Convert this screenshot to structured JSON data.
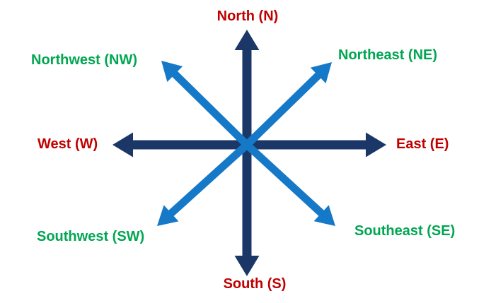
{
  "diagram": {
    "name": "compass-directions",
    "background": "#FFFFFF"
  },
  "colors": {
    "cardinal_arrow": "#1B3768",
    "intercardinal_arrow": "#1579C8",
    "cardinal_label": "#C00000",
    "intercardinal_label": "#00A651"
  },
  "directions": [
    {
      "id": "north",
      "label": "North (N)",
      "type": "cardinal"
    },
    {
      "id": "northeast",
      "label": "Northeast (NE)",
      "type": "intercardinal"
    },
    {
      "id": "east",
      "label": "East (E)",
      "type": "cardinal"
    },
    {
      "id": "southeast",
      "label": "Southeast (SE)",
      "type": "intercardinal"
    },
    {
      "id": "south",
      "label": "South (S)",
      "type": "cardinal"
    },
    {
      "id": "southwest",
      "label": "Southwest (SW)",
      "type": "intercardinal"
    },
    {
      "id": "west",
      "label": "West (W)",
      "type": "cardinal"
    },
    {
      "id": "northwest",
      "label": "Northwest (NW)",
      "type": "intercardinal"
    }
  ]
}
